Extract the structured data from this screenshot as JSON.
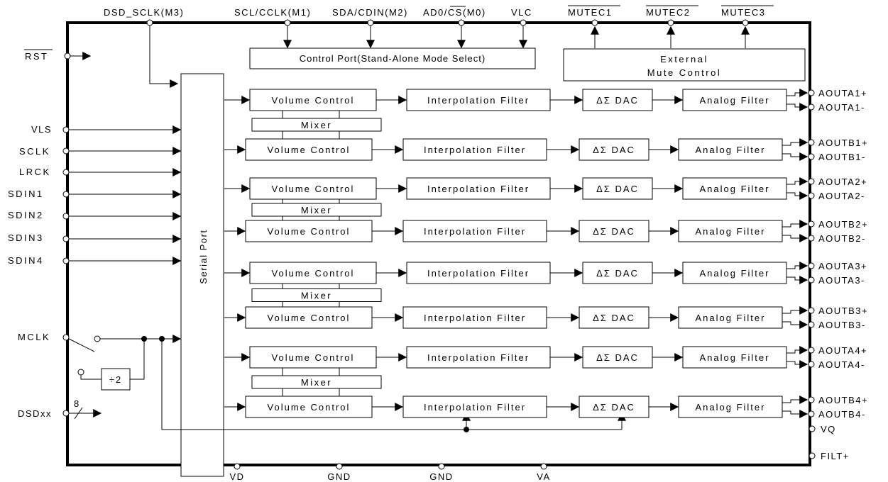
{
  "top_pins": [
    "DSD_SCLK(M3)",
    "SCL/CCLK(M1)",
    "SDA/CDIN(M2)",
    "AD0/",
    "CS",
    "(M0)",
    "VLC",
    "MUTEC1",
    "MUTEC2",
    "MUTEC3"
  ],
  "control_port": "Control Port(Stand-Alone Mode Select)",
  "external_mute": [
    "External",
    "Mute Control"
  ],
  "left_pins": {
    "rst": "RST",
    "vls": "VLS",
    "sclk": "SCLK",
    "lrck": "LRCK",
    "sdin1": "SDIN1",
    "sdin2": "SDIN2",
    "sdin3": "SDIN3",
    "sdin4": "SDIN4",
    "mclk": "MCLK",
    "dsdxx": "DSDxx",
    "bus_width": "8"
  },
  "divider": "÷2",
  "serial_port": "Serial Port",
  "blocks": {
    "volume": "Volume Control",
    "mixer": "Mixer",
    "interp": "Interpolation Filter",
    "dac": "ΔΣ DAC",
    "analog": "Analog Filter"
  },
  "outputs": [
    [
      "AOUTA1+",
      "AOUTA1-"
    ],
    [
      "AOUTB1+",
      "AOUTB1-"
    ],
    [
      "AOUTA2+",
      "AOUTA2-"
    ],
    [
      "AOUTB2+",
      "AOUTB2-"
    ],
    [
      "AOUTA3+",
      "AOUTA3-"
    ],
    [
      "AOUTB3+",
      "AOUTB3-"
    ],
    [
      "AOUTA4+",
      "AOUTA4-"
    ],
    [
      "AOUTB4+",
      "AOUTB4-"
    ]
  ],
  "right_pins": [
    "VQ",
    "FILT+"
  ],
  "bottom_pins": [
    "VD",
    "GND",
    "GND",
    "VA"
  ]
}
